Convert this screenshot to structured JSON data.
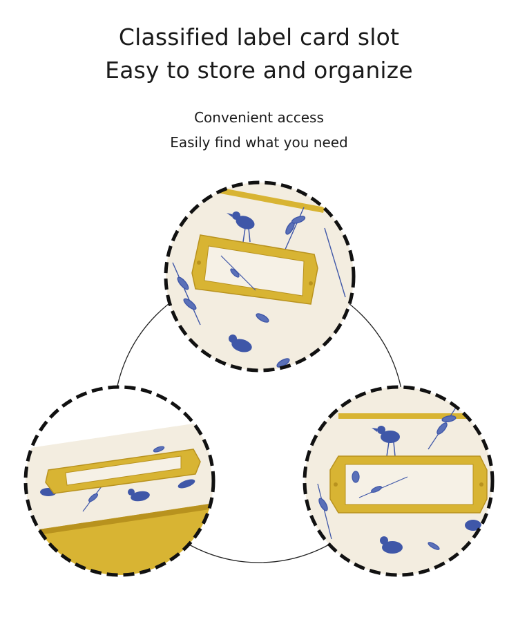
{
  "heading": {
    "line1": "Classified label card slot",
    "line2": "Easy to store and organize"
  },
  "subheading": {
    "line1": "Convenient access",
    "line2": "Easily find what you need"
  },
  "colors": {
    "paper": "#f3ede0",
    "ink_blue": "#3f57a8",
    "gold": "#d8b433",
    "gold_dark": "#b8921e",
    "ring": "#111111"
  },
  "photos": [
    {
      "name": "top-closeup",
      "subject": "label-holder-frame"
    },
    {
      "name": "left-closeup",
      "subject": "label-holder-frame"
    },
    {
      "name": "right-closeup",
      "subject": "label-holder-frame"
    }
  ]
}
